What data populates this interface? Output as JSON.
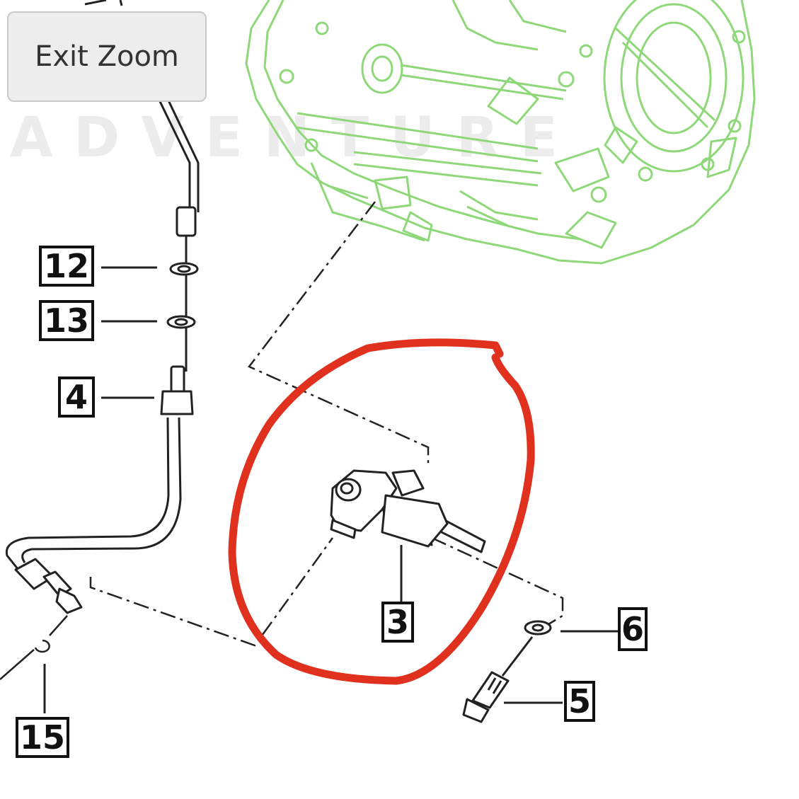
{
  "watermark": {
    "text": "ADVENTURE"
  },
  "toolbar": {
    "exit_zoom_label": "Exit Zoom"
  },
  "callouts": {
    "c12": "12",
    "c13": "13",
    "c4": "4",
    "c3": "3",
    "c6": "6",
    "c5": "5",
    "c15": "15"
  },
  "colors": {
    "housing_outline": "#8fd87a",
    "highlight_circle": "#e0301e",
    "line_art": "#222222"
  }
}
